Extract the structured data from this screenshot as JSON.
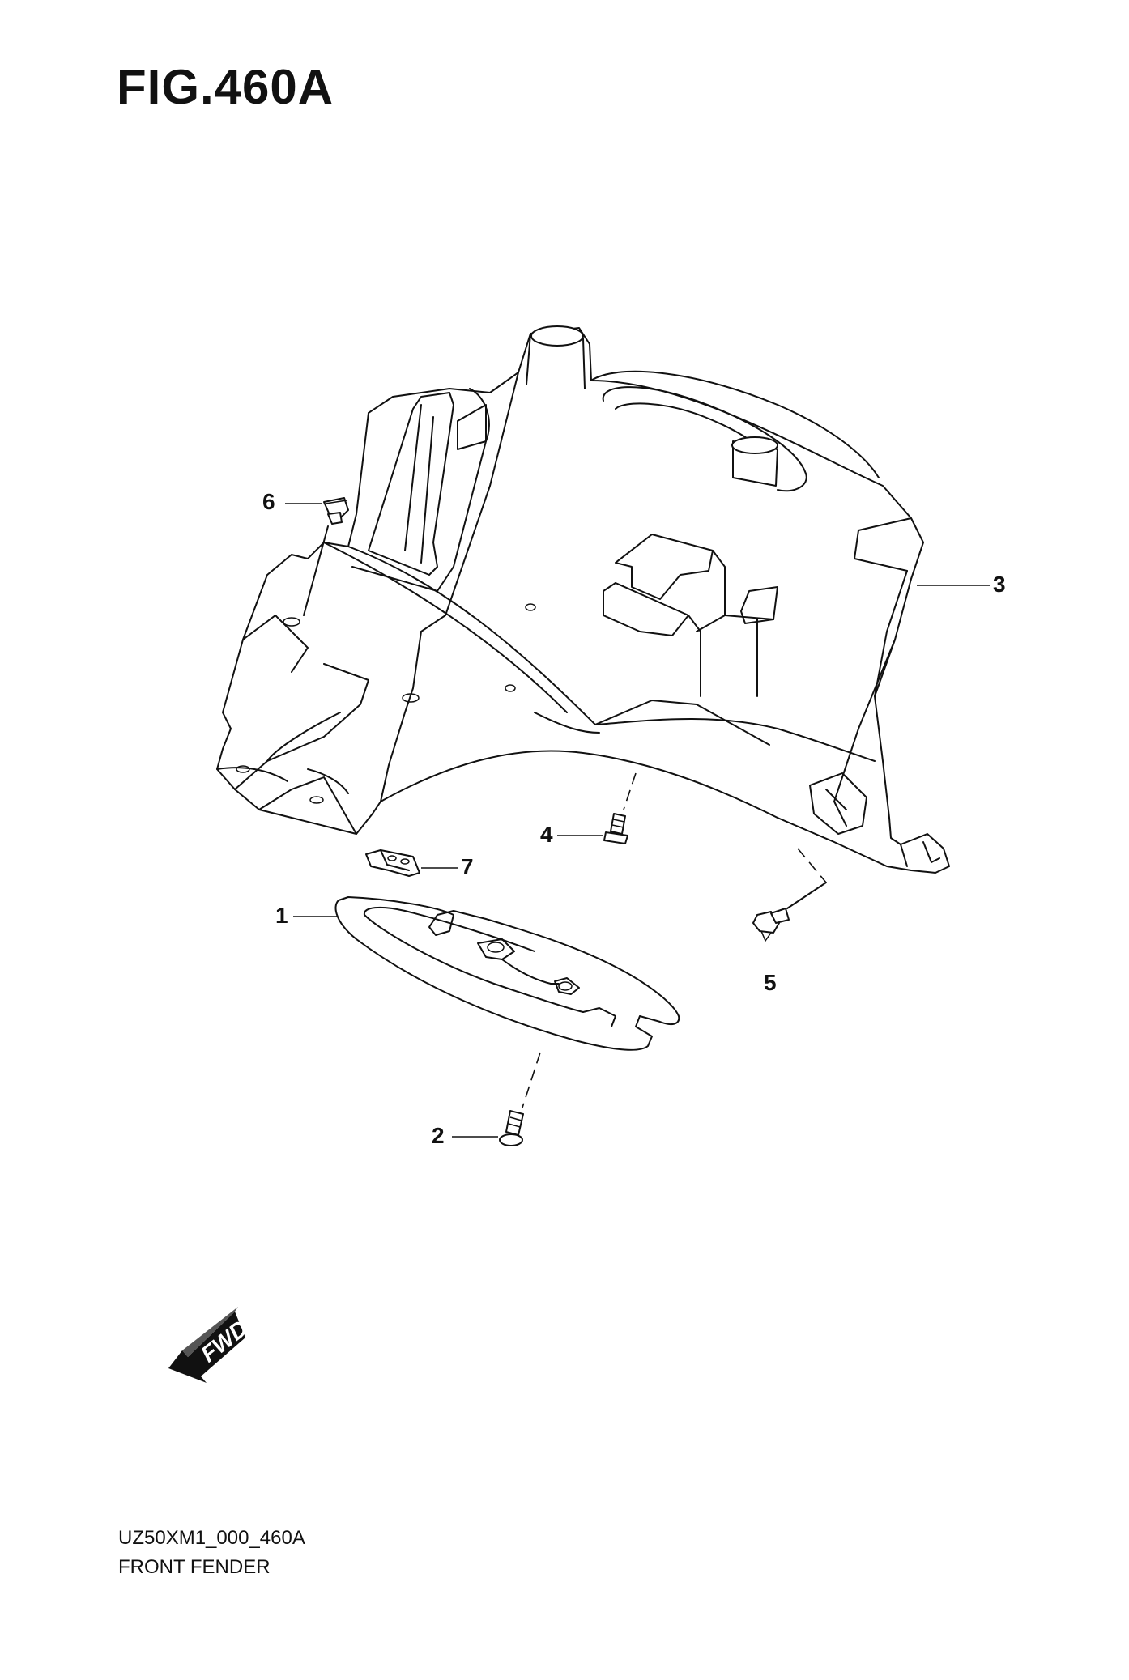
{
  "figure": {
    "title": "FIG.460A",
    "code": "UZ50XM1_000_460A",
    "name": "FRONT FENDER"
  },
  "callouts": [
    "1",
    "2",
    "3",
    "4",
    "5",
    "6",
    "7"
  ],
  "direction_marker": {
    "label": "FWD",
    "icon": "fwd-arrow-icon"
  }
}
